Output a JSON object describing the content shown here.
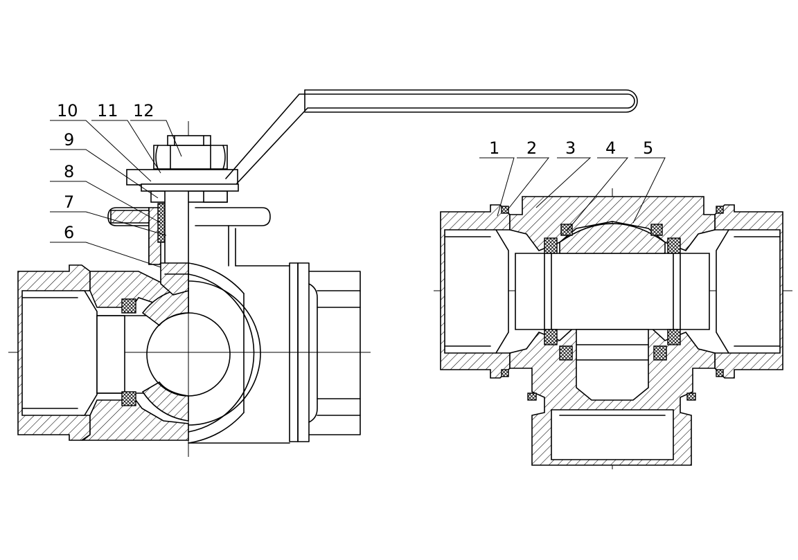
{
  "diagram": {
    "left_view_labels": [
      "10",
      "11",
      "12",
      "9",
      "8",
      "7",
      "6"
    ],
    "right_view_labels": [
      "1",
      "2",
      "3",
      "4",
      "5"
    ]
  }
}
